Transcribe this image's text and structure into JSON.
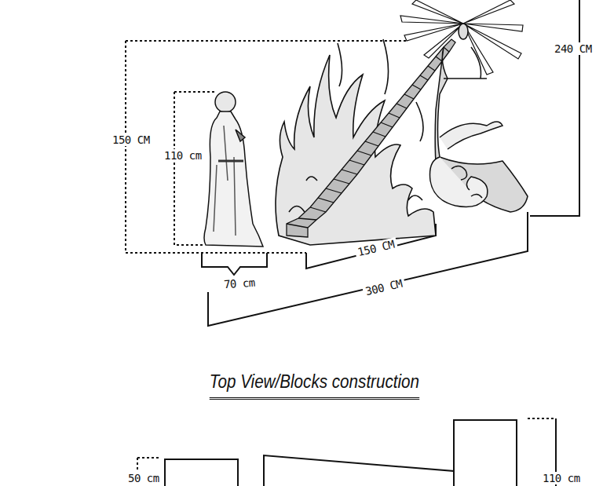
{
  "diagram": {
    "title": "Top View/Blocks construction",
    "labels": [
      "150 CM",
      "110 cm",
      "70 cm",
      "150 CM",
      "300 CM",
      "240 CM",
      "50 cm",
      "110 cm"
    ]
  }
}
